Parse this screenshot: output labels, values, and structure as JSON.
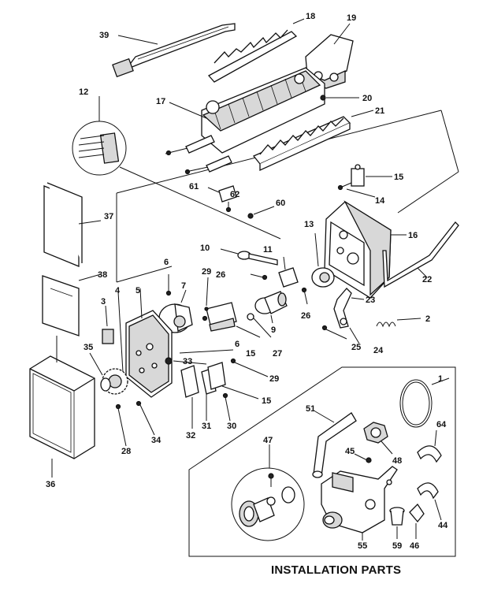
{
  "caption": "INSTALLATION PARTS",
  "labels": {
    "p1": "1",
    "p2": "2",
    "p3": "3",
    "p4": "4",
    "p5": "5",
    "p6a": "6",
    "p6b": "6",
    "p7": "7",
    "p9": "9",
    "p10": "10",
    "p11": "11",
    "p12": "12",
    "p13": "13",
    "p14": "14",
    "p15a": "15",
    "p15b": "15",
    "p15c": "15",
    "p16": "16",
    "p17": "17",
    "p18": "18",
    "p19": "19",
    "p20": "20",
    "p21": "21",
    "p22": "22",
    "p23": "23",
    "p24": "24",
    "p25": "25",
    "p26a": "26",
    "p26b": "26",
    "p27": "27",
    "p28": "28",
    "p29a": "29",
    "p29b": "29",
    "p30": "30",
    "p31": "31",
    "p32": "32",
    "p33": "33",
    "p34": "34",
    "p35": "35",
    "p36": "36",
    "p37": "37",
    "p38": "38",
    "p39": "39",
    "p44": "44",
    "p45": "45",
    "p46": "46",
    "p47": "47",
    "p48": "48",
    "p51": "51",
    "p55": "55",
    "p59": "59",
    "p60": "60",
    "p61": "61",
    "p62": "62",
    "p64": "64"
  }
}
